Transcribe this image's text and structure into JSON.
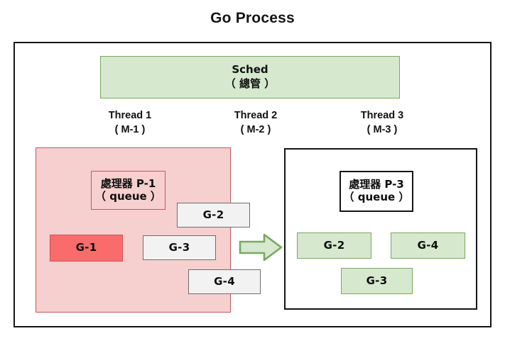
{
  "title": "Go Process",
  "colors": {
    "sched_fill": "#d6e8cd",
    "sched_stroke": "#7aa861",
    "p1_fill": "#f6cfcf",
    "p1_stroke": "#c1585c",
    "running_fill": "#fa6b6b",
    "running_stroke": "#c4575a",
    "idle_fill": "#f2f2f2",
    "idle_stroke": "#6e6e6e",
    "moved_fill": "#d6e8cd",
    "moved_stroke": "#7aa861",
    "frame_stroke": "#141414",
    "arrow_fill": "#d6e8cd",
    "arrow_stroke": "#7aa861"
  },
  "scheduler": {
    "name": "Sched",
    "subtitle": "（ 總管 ）"
  },
  "threads": [
    {
      "label": "Thread 1",
      "machine": "( M-1 )"
    },
    {
      "label": "Thread 2",
      "machine": "( M-2 )"
    },
    {
      "label": "Thread 3",
      "machine": "( M-3 )"
    }
  ],
  "processors": [
    {
      "id": "P-1",
      "name": "處理器 P-1",
      "queue_label": "（ queue ）",
      "state": "pink",
      "goroutines": [
        {
          "label": "G-1",
          "state": "running"
        },
        {
          "label": "G-2",
          "state": "idle"
        },
        {
          "label": "G-3",
          "state": "idle"
        },
        {
          "label": "G-4",
          "state": "idle"
        }
      ]
    },
    {
      "id": "P-3",
      "name": "處理器 P-3",
      "queue_label": "（ queue ）",
      "state": "white",
      "goroutines": [
        {
          "label": "G-2",
          "state": "moved"
        },
        {
          "label": "G-4",
          "state": "moved"
        },
        {
          "label": "G-3",
          "state": "moved"
        }
      ]
    }
  ],
  "arrow": {
    "direction": "right",
    "meaning": "steal-work-transfer"
  }
}
